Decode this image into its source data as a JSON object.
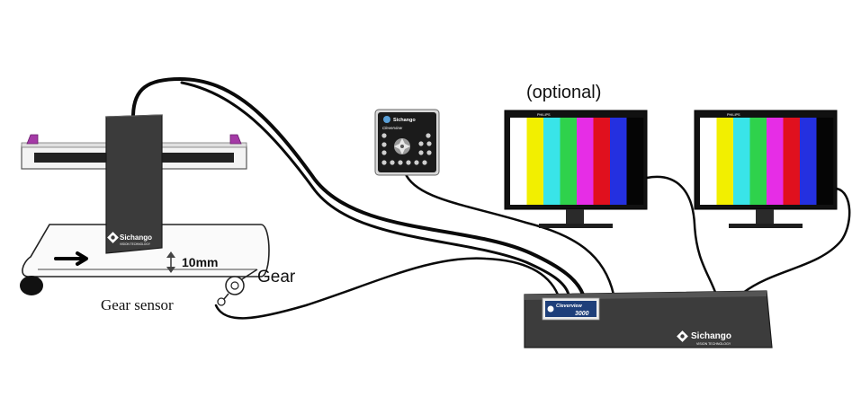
{
  "labels": {
    "optional": "(optional)",
    "distance": "10mm",
    "gear": "Gear",
    "gear_sensor": "Gear sensor"
  },
  "camera_unit": {
    "brand": "Sichango",
    "tagline": "VISION TECHNOLOGY"
  },
  "keypad": {
    "brand": "Sichango",
    "model": "Cleverview"
  },
  "monitor": {
    "brand": "PHILIPS",
    "bar_colors": [
      "#ffffff",
      "#f2ef00",
      "#39e4e8",
      "#2fd24c",
      "#e62de6",
      "#e0101e",
      "#2430e0",
      "#050505"
    ]
  },
  "controller": {
    "brand": "Sichango",
    "tagline": "VISION TECHNOLOGY",
    "product_name": "Cleverview",
    "product_model": "3000"
  }
}
